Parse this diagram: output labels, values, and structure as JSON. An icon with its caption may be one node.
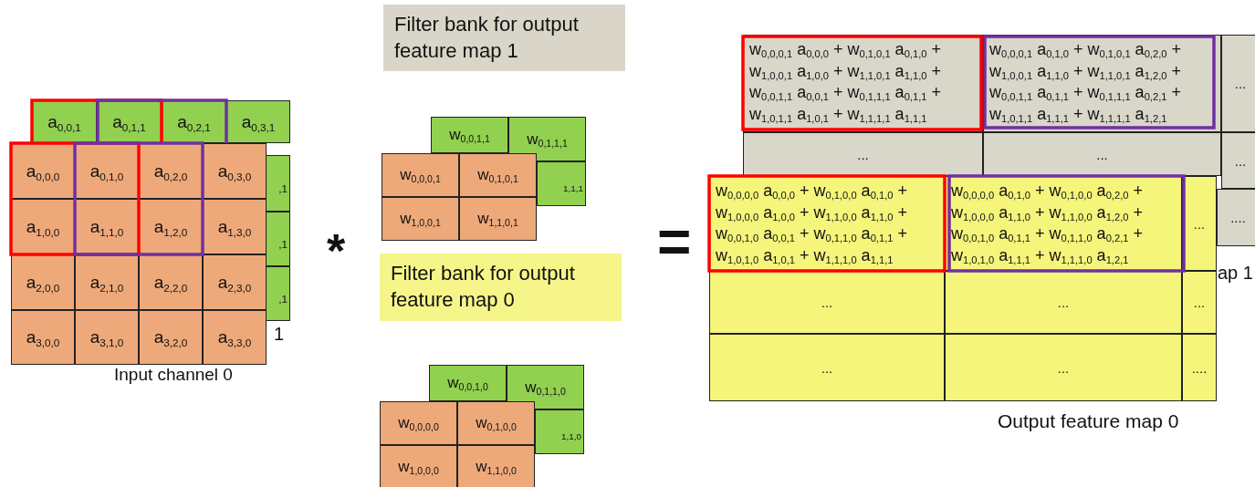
{
  "diagram": {
    "nodes": [
      {
        "text": [
          "a$_{0,0,1}$"
        ]
      },
      {
        "text": [
          "a$_{0,1,1}$"
        ]
      },
      {
        "text": [
          "a$_{0,2,1}$"
        ]
      },
      {
        "text": [
          "a$_{0,3,1}$"
        ]
      },
      {
        "text": [
          "$_{,1}$"
        ]
      },
      {
        "text": [
          "$_{,1}$"
        ]
      },
      {
        "text": [
          "$_{,1}$"
        ]
      },
      {
        "text": [
          "a$_{0,0,0}$"
        ]
      },
      {
        "text": [
          "a$_{0,1,0}$"
        ]
      },
      {
        "text": [
          "a$_{0,2,0}$"
        ]
      },
      {
        "text": [
          "a$_{0,3,0}$"
        ]
      },
      {
        "text": [
          "a$_{1,0,0}$"
        ]
      },
      {
        "text": [
          "a$_{1,1,0}$"
        ]
      },
      {
        "text": [
          "a$_{1,2,0}$"
        ]
      },
      {
        "text": [
          "a$_{1,3,0}$"
        ]
      },
      {
        "text": [
          "a$_{2,0,0}$"
        ]
      },
      {
        "text": [
          "a$_{2,1,0}$"
        ]
      },
      {
        "text": [
          "a$_{2,2,0}$"
        ]
      },
      {
        "text": [
          "a$_{2,3,0}$"
        ]
      },
      {
        "text": [
          "a$_{3,0,0}$"
        ]
      },
      {
        "text": [
          "a$_{3,1,0}$"
        ]
      },
      {
        "text": [
          "a$_{3,2,0}$"
        ]
      },
      {
        "text": [
          "a$_{3,3,0}$"
        ]
      },
      {
        "text": [
          "Filter bank for output feature map 1"
        ]
      },
      {
        "text": [
          "w$_{0,0,1,1}$"
        ]
      },
      {
        "text": [
          "w$_{0,1,1,1}$"
        ]
      },
      {
        "text": [
          "$_{1,1,1}$"
        ]
      },
      {
        "text": [
          "w$_{0,0,0,1}$"
        ]
      },
      {
        "text": [
          "w$_{0,1,0,1}$"
        ]
      },
      {
        "text": [
          "w$_{1,0,0,1}$"
        ]
      },
      {
        "text": [
          "w$_{1,1,0,1}$"
        ]
      },
      {
        "text": [
          "Filter bank for output feature map 0"
        ]
      },
      {
        "text": [
          "w$_{0,0,1,0}$"
        ]
      },
      {
        "text": [
          "w$_{0,1,1,0}$"
        ]
      },
      {
        "text": [
          "$_{1,1,0}$"
        ]
      },
      {
        "text": [
          "w$_{0,0,0,0}$"
        ]
      },
      {
        "text": [
          "w$_{0,1,0,0}$"
        ]
      },
      {
        "text": [
          "w$_{1,0,0,0}$"
        ]
      },
      {
        "text": [
          "w$_{1,1,0,0}$"
        ]
      },
      {
        "text": [
          "w$_{0,0,0,1}$ a$_{0,0,0}$ + w$_{0,1,0,1}$ a$_{0,1,0}$ + w$_{1,0,0,1}$ a$_{1,0,0}$ + w$_{1,1,0,1}$ a$_{1,1,0}$ + w$_{0,0,1,1}$ a$_{0,0,1}$ + w$_{0,1,1,1}$ a$_{0,1,1}$ + w$_{1,0,1,1}$ a$_{1,0,1}$ + w$_{1,1,1,1}$ a$_{1,1,1}$"
        ]
      },
      {
        "text": [
          "w$_{0,0,0,1}$ a$_{0,1,0}$ + w$_{0,1,0,1}$ a$_{0,2,0}$ + w$_{1,0,0,1}$ a$_{1,1,0}$ + w$_{1,1,0,1}$ a$_{1,2,0}$ + w$_{0,0,1,1}$ a$_{0,1,1}$ + w$_{0,1,1,1}$ a$_{0,2,1}$ + w$_{1,0,1,1}$ a$_{1,1,1}$ + w$_{1,1,1,1}$ a$_{1,2,1}$"
        ]
      },
      {
        "text": [
          "..."
        ]
      },
      {
        "text": [
          "..."
        ]
      },
      {
        "text": [
          "..."
        ]
      },
      {
        "text": [
          "..."
        ]
      },
      {
        "text": [
          "...."
        ]
      },
      {
        "text": [
          "w$_{0,0,0,0}$ a$_{0,0,0}$ + w$_{0,1,0,0}$ a$_{0,1,0}$ + w$_{1,0,0,0}$ a$_{1,0,0}$ + w$_{1,1,0,0}$ a$_{1,1,0}$ + w$_{0,0,1,0}$ a$_{0,0,1}$ + w$_{0,1,1,0}$ a$_{0,1,1}$ + w$_{1,0,1,0}$ a$_{1,0,1}$ + w$_{1,1,1,0}$ a$_{1,1,1}$"
        ]
      },
      {
        "text": [
          "w$_{0,0,0,0}$ a$_{0,1,0}$ + w$_{0,1,0,0}$ a$_{0,2,0}$ + w$_{1,0,0,0}$ a$_{1,1,0}$ + w$_{1,1,0,0}$ a$_{1,2,0}$ + w$_{0,0,1,0}$ a$_{0,1,1}$ + w$_{0,1,1,0}$ a$_{0,2,1}$ + w$_{1,0,1,0}$ a$_{1,1,1}$ + w$_{1,1,1,0}$ a$_{1,2,1}$"
        ]
      },
      {
        "text": [
          "..."
        ]
      },
      {
        "text": [
          "..."
        ]
      },
      {
        "text": [
          "..."
        ]
      },
      {
        "text": [
          "..."
        ]
      },
      {
        "text": [
          "..."
        ]
      },
      {
        "text": [
          "..."
        ]
      },
      {
        "text": [
          "...."
        ]
      }
    ],
    "labels": [
      "*",
      "=",
      "1",
      "Input channel 0",
      "ap 1",
      "Output feature map 0"
    ]
  }
}
